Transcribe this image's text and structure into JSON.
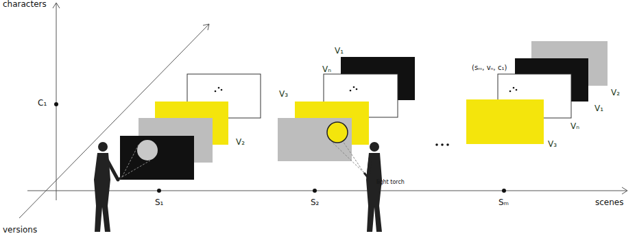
{
  "diagram": {
    "labels": [
      "characters",
      "C₁",
      "versions",
      "S₁",
      "S₂",
      "Sₘ",
      "scenes",
      "V₂",
      "V₁",
      "Vₙ",
      "V₃",
      "light torch",
      "(sₘ, vₙ, c₁)",
      "V₂",
      "V₁",
      "Vₙ",
      "V₃"
    ]
  }
}
